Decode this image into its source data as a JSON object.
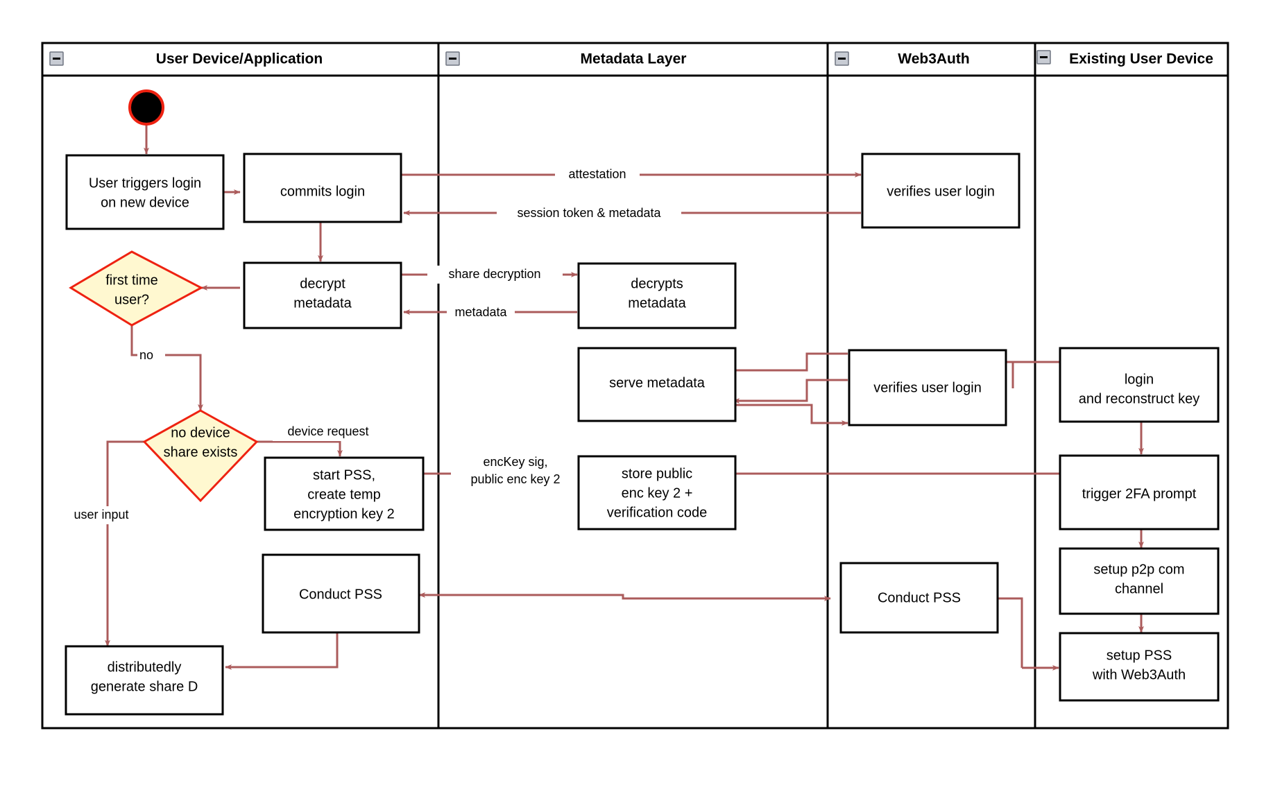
{
  "diagram": {
    "type": "uml-activity-swimlane",
    "colors": {
      "edge": "#ab5b5b",
      "decision_fill": "#fff8d0",
      "decision_stroke": "#ee2211",
      "node_stroke": "#000000",
      "node_fill": "#ffffff",
      "start_node": "#000000",
      "start_node_ring": "#ee2211",
      "frame": "#000000"
    },
    "lanes": [
      {
        "id": "lane-user-device",
        "title": "User Device/Application",
        "collapse_icon": "minus-icon"
      },
      {
        "id": "lane-metadata",
        "title": "Metadata Layer",
        "collapse_icon": "minus-icon"
      },
      {
        "id": "lane-web3auth",
        "title": "Web3Auth",
        "collapse_icon": "minus-icon"
      },
      {
        "id": "lane-existing-device",
        "title": "Existing User Device",
        "collapse_icon": "minus-icon"
      }
    ],
    "nodes": [
      {
        "id": "start",
        "lane": "lane-user-device",
        "shape": "initial",
        "label": ""
      },
      {
        "id": "user-triggers",
        "lane": "lane-user-device",
        "shape": "activity",
        "label": "User triggers login\non new device"
      },
      {
        "id": "commits-login",
        "lane": "lane-user-device",
        "shape": "activity",
        "label": "commits login"
      },
      {
        "id": "decrypt-metadata",
        "lane": "lane-user-device",
        "shape": "activity",
        "label": "decrypt\nmetadata"
      },
      {
        "id": "first-time-user",
        "lane": "lane-user-device",
        "shape": "decision",
        "label": "first time\nuser?"
      },
      {
        "id": "no-device-share",
        "lane": "lane-user-device",
        "shape": "decision",
        "label": "no device\nshare exists"
      },
      {
        "id": "start-pss",
        "lane": "lane-user-device",
        "shape": "activity",
        "label": "start PSS,\ncreate temp\nencryption key 2"
      },
      {
        "id": "conduct-pss-user",
        "lane": "lane-user-device",
        "shape": "activity",
        "label": "Conduct PSS"
      },
      {
        "id": "generate-share-d",
        "lane": "lane-user-device",
        "shape": "activity",
        "label": "distributedly\ngenerate share D"
      },
      {
        "id": "decrypts-metadata",
        "lane": "lane-metadata",
        "shape": "activity",
        "label": "decrypts\nmetadata"
      },
      {
        "id": "serve-metadata",
        "lane": "lane-metadata",
        "shape": "activity",
        "label": "serve metadata"
      },
      {
        "id": "store-public-key",
        "lane": "lane-metadata",
        "shape": "activity",
        "label": "store public\nenc key 2 +\nverification code"
      },
      {
        "id": "verifies-login-1",
        "lane": "lane-web3auth",
        "shape": "activity",
        "label": "verifies user login"
      },
      {
        "id": "verifies-login-2",
        "lane": "lane-web3auth",
        "shape": "activity",
        "label": "verifies user login"
      },
      {
        "id": "conduct-pss-w3a",
        "lane": "lane-web3auth",
        "shape": "activity",
        "label": "Conduct PSS"
      },
      {
        "id": "login-reconstruct",
        "lane": "lane-existing-device",
        "shape": "activity",
        "label": "login\nand reconstruct key"
      },
      {
        "id": "trigger-2fa",
        "lane": "lane-existing-device",
        "shape": "activity",
        "label": "trigger 2FA prompt"
      },
      {
        "id": "setup-p2p",
        "lane": "lane-existing-device",
        "shape": "activity",
        "label": "setup p2p com\nchannel"
      },
      {
        "id": "setup-pss-w3a",
        "lane": "lane-existing-device",
        "shape": "activity",
        "label": "setup PSS\nwith Web3Auth"
      }
    ],
    "edges": [
      {
        "from": "start",
        "to": "user-triggers",
        "label": ""
      },
      {
        "from": "user-triggers",
        "to": "commits-login",
        "label": ""
      },
      {
        "from": "commits-login",
        "to": "verifies-login-1",
        "label": "attestation"
      },
      {
        "from": "verifies-login-1",
        "to": "commits-login",
        "label": "session token & metadata"
      },
      {
        "from": "commits-login",
        "to": "decrypt-metadata",
        "label": ""
      },
      {
        "from": "decrypt-metadata",
        "to": "decrypts-metadata",
        "label": "share decryption"
      },
      {
        "from": "decrypts-metadata",
        "to": "decrypt-metadata",
        "label": "metadata"
      },
      {
        "from": "decrypt-metadata",
        "to": "first-time-user",
        "label": ""
      },
      {
        "from": "first-time-user",
        "to": "no-device-share",
        "label": "no"
      },
      {
        "from": "no-device-share",
        "to": "start-pss",
        "label": "device request"
      },
      {
        "from": "no-device-share",
        "to": "generate-share-d",
        "label": "user input"
      },
      {
        "from": "start-pss",
        "to": "store-public-key",
        "label": "encKey sig,\npublic enc key 2"
      },
      {
        "from": "store-public-key",
        "to": "trigger-2fa",
        "label": ""
      },
      {
        "from": "login-reconstruct",
        "to": "verifies-login-2",
        "label": ""
      },
      {
        "from": "verifies-login-2",
        "to": "serve-metadata",
        "label": ""
      },
      {
        "from": "serve-metadata",
        "to": "verifies-login-2",
        "label": ""
      },
      {
        "from": "login-reconstruct",
        "to": "trigger-2fa",
        "label": ""
      },
      {
        "from": "trigger-2fa",
        "to": "setup-p2p",
        "label": ""
      },
      {
        "from": "setup-p2p",
        "to": "setup-pss-w3a",
        "label": ""
      },
      {
        "from": "setup-pss-w3a",
        "to": "conduct-pss-w3a",
        "label": ""
      },
      {
        "from": "conduct-pss-w3a",
        "to": "conduct-pss-user",
        "label": ""
      },
      {
        "from": "conduct-pss-user",
        "to": "generate-share-d",
        "label": ""
      }
    ],
    "labels": {
      "attestation": "attestation",
      "session_token": "session token & metadata",
      "share_decryption": "share decryption",
      "metadata": "metadata",
      "no": "no",
      "device_request": "device request",
      "user_input": "user input",
      "enckey_sig_line1": "encKey sig,",
      "enckey_sig_line2": "public enc key 2"
    },
    "node_labels": {
      "user_triggers_l1": "User triggers login",
      "user_triggers_l2": "on new device",
      "commits_login": "commits login",
      "decrypt_metadata_l1": "decrypt",
      "decrypt_metadata_l2": "metadata",
      "first_time_l1": "first time",
      "first_time_l2": "user?",
      "no_device_l1": "no device",
      "no_device_l2": "share exists",
      "start_pss_l1": "start PSS,",
      "start_pss_l2": "create temp",
      "start_pss_l3": "encryption key 2",
      "conduct_pss_user": "Conduct PSS",
      "generate_share_l1": "distributedly",
      "generate_share_l2": "generate share D",
      "decrypts_metadata_l1": "decrypts",
      "decrypts_metadata_l2": "metadata",
      "serve_metadata": "serve metadata",
      "store_public_l1": "store public",
      "store_public_l2": "enc key 2 +",
      "store_public_l3": "verification code",
      "verifies_login_1": "verifies user login",
      "verifies_login_2": "verifies user login",
      "conduct_pss_w3a": "Conduct PSS",
      "login_reconstruct_l1": "login",
      "login_reconstruct_l2": "and reconstruct key",
      "trigger_2fa": "trigger 2FA prompt",
      "setup_p2p_l1": "setup p2p com",
      "setup_p2p_l2": "channel",
      "setup_pss_l1": "setup PSS",
      "setup_pss_l2": "with Web3Auth"
    }
  }
}
